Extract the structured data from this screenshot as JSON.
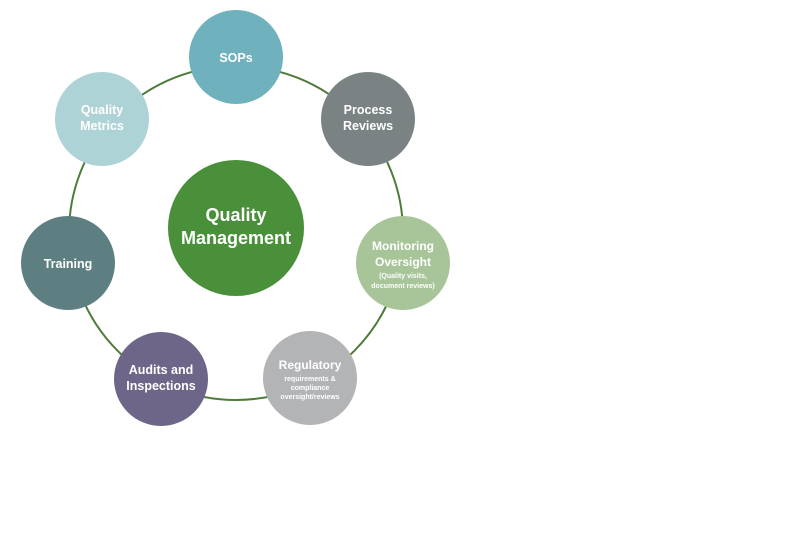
{
  "diagram": {
    "center": {
      "lines": [
        "Quality",
        "Management"
      ],
      "color": "#4a8f3a"
    },
    "ring_color": "#4e7c3a",
    "nodes": [
      {
        "id": "sops",
        "lines": [
          "SOPs"
        ],
        "sub": [],
        "color": "#6fb1bc"
      },
      {
        "id": "process-reviews",
        "lines": [
          "Process",
          "Reviews"
        ],
        "sub": [],
        "color": "#7a8284"
      },
      {
        "id": "monitoring-oversight",
        "lines": [
          "Monitoring",
          "Oversight"
        ],
        "sub": [
          "(Quality visits,",
          "document reviews)"
        ],
        "color": "#a8c499"
      },
      {
        "id": "regulatory",
        "lines": [
          "Regulatory"
        ],
        "sub": [
          "requirements &",
          "compliance",
          "oversight/reviews"
        ],
        "color": "#b3b4b6"
      },
      {
        "id": "audits-inspections",
        "lines": [
          "Audits and",
          "Inspections"
        ],
        "sub": [],
        "color": "#6e6688"
      },
      {
        "id": "training",
        "lines": [
          "Training"
        ],
        "sub": [],
        "color": "#5e7f82"
      },
      {
        "id": "quality-metrics",
        "lines": [
          "Quality",
          "Metrics"
        ],
        "sub": [],
        "color": "#aed3d6"
      }
    ]
  }
}
